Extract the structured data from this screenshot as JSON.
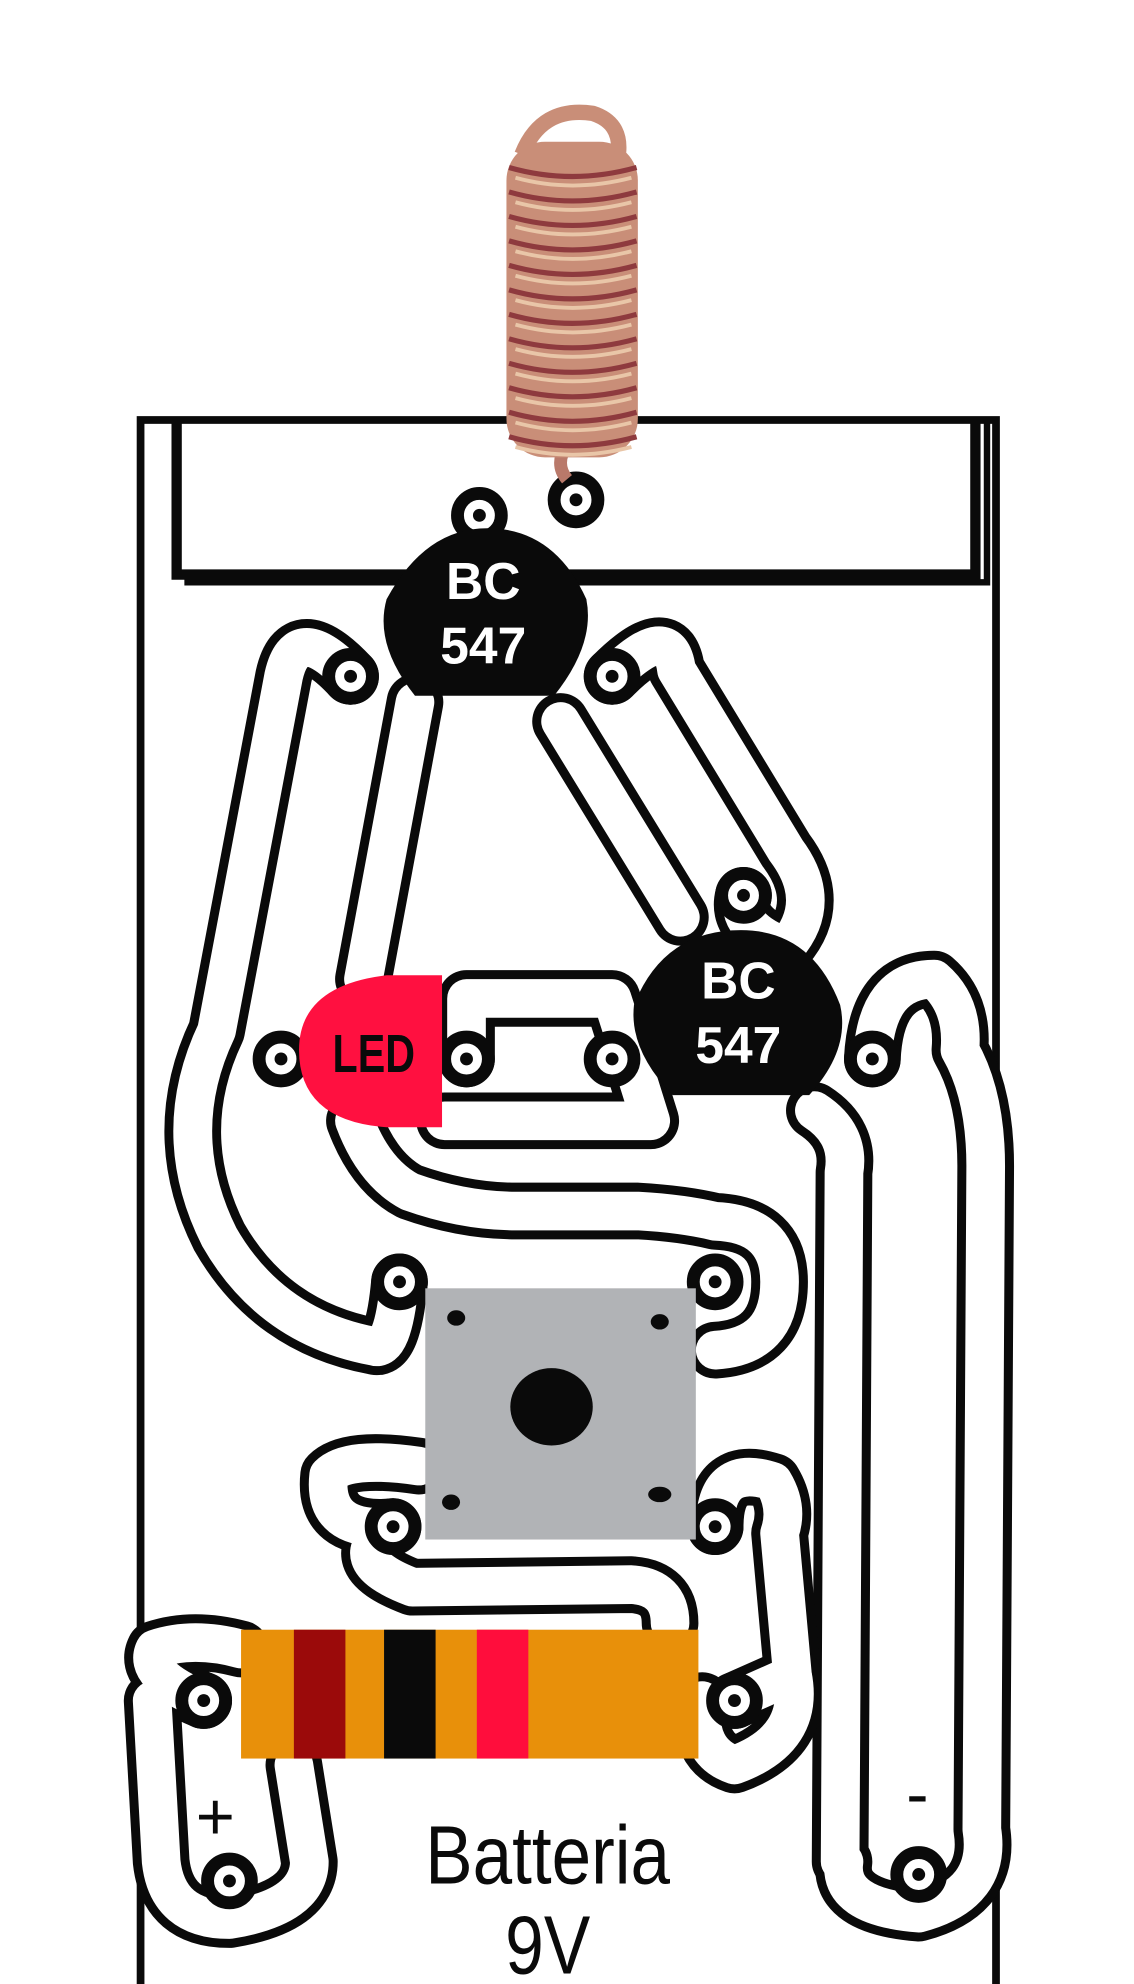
{
  "transistors": [
    {
      "line1": "BC",
      "line2": "547"
    },
    {
      "line1": "BC",
      "line2": "547"
    }
  ],
  "led": {
    "label": "LED",
    "color": "#FF1040"
  },
  "battery": {
    "plus": "+",
    "minus": "-",
    "label": "Batteria",
    "voltage": "9V"
  },
  "resistor": {
    "body_color": "#E8900A",
    "bands": [
      "#9B0A0A",
      "#0A0A0A",
      "#FF0D3C"
    ]
  },
  "chip": {
    "color": "#B1B3B6"
  },
  "coil": {
    "color": "#C98E78"
  }
}
